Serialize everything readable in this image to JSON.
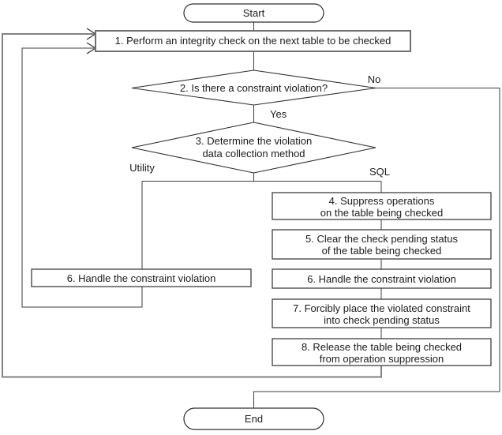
{
  "flowchart": {
    "nodes": {
      "start": {
        "label": "Start"
      },
      "step1": {
        "label": "1. Perform an integrity check on the next table to be checked"
      },
      "decision2": {
        "label": "2. Is there a constraint violation?"
      },
      "decision3": {
        "line1": "3. Determine the violation",
        "line2": "data collection method"
      },
      "step4": {
        "line1": "4. Suppress operations",
        "line2": "on the table being checked"
      },
      "step5": {
        "line1": "5. Clear the check pending status",
        "line2": "of the table being checked"
      },
      "step6_utility": {
        "label": "6. Handle the constraint violation"
      },
      "step6_sql": {
        "label": "6. Handle the constraint violation"
      },
      "step7": {
        "line1": "7. Forcibly place the violated constraint",
        "line2": "into check pending status"
      },
      "step8": {
        "line1": "8. Release the table being checked",
        "line2": "from operation suppression"
      },
      "end": {
        "label": "End"
      }
    },
    "edge_labels": {
      "no": "No",
      "yes": "Yes",
      "utility": "Utility",
      "sql": "SQL"
    },
    "colors": {
      "background": "#ffffff",
      "line": "#3e3e3e",
      "outer_loop_line": "#828282",
      "step1_border": "#6f6f6f",
      "text": "#1b1b1b"
    }
  }
}
